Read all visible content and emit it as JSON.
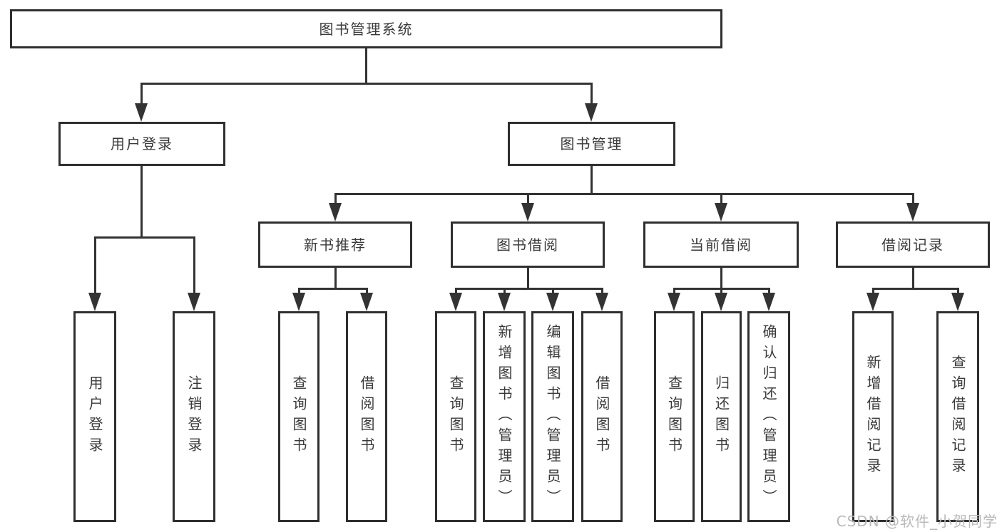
{
  "tree": {
    "root": "图书管理系统",
    "user": {
      "label": "用户登录",
      "children": [
        "用户登录",
        "注销登录"
      ]
    },
    "mgmt": {
      "label": "图书管理",
      "modules": [
        {
          "label": "新书推荐",
          "children": [
            "查询图书",
            "借阅图书"
          ]
        },
        {
          "label": "图书借阅",
          "children": [
            "查询图书",
            "新增图书（管理员）",
            "编辑图书（管理员）",
            "借阅图书"
          ]
        },
        {
          "label": "当前借阅",
          "children": [
            "查询图书",
            "归还图书",
            "确认归还（管理员）"
          ]
        },
        {
          "label": "借阅记录",
          "children": [
            "新增借阅记录",
            "查询借阅记录"
          ]
        }
      ]
    }
  },
  "watermark": {
    "text": "CSDN @软件_小贺同学"
  },
  "colors": {
    "line": "#333333",
    "text": "#3a3a3a",
    "watermark": "#b9b9b9",
    "background": "#ffffff"
  }
}
